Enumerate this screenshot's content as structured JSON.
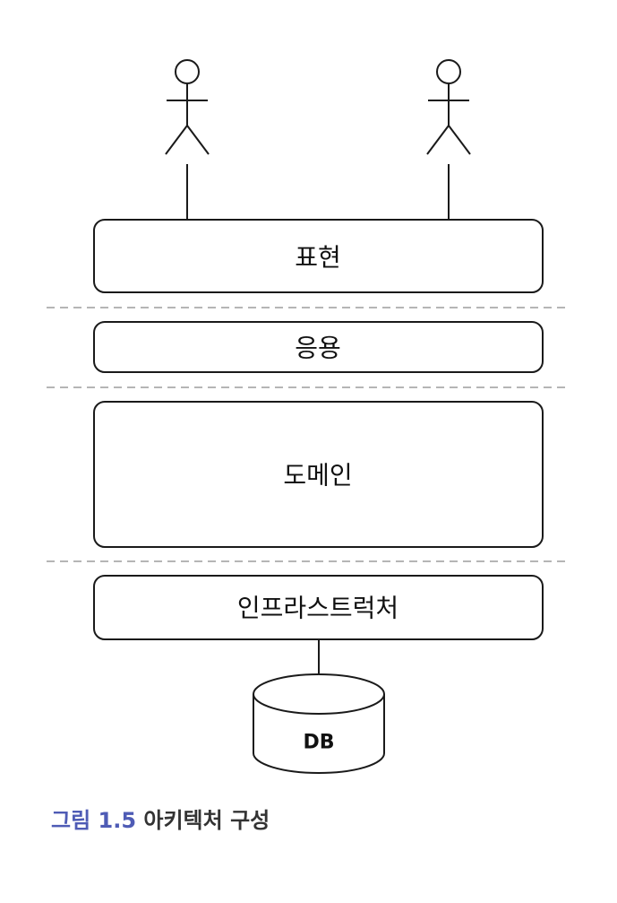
{
  "layers": [
    {
      "id": "presentation",
      "label": "표현"
    },
    {
      "id": "application",
      "label": "응용"
    },
    {
      "id": "domain",
      "label": "도메인"
    },
    {
      "id": "infrastructure",
      "label": "인프라스트럭처"
    }
  ],
  "database": {
    "label": "DB"
  },
  "actors": [
    {
      "id": "actor-left"
    },
    {
      "id": "actor-right"
    }
  ],
  "caption": {
    "label": "그림 1.5",
    "text": "아키텍처 구성"
  },
  "colors": {
    "caption_label": "#4e5bb5",
    "caption_text": "#333333",
    "separator": "#b5b5b5",
    "stroke": "#1a1a1a"
  }
}
